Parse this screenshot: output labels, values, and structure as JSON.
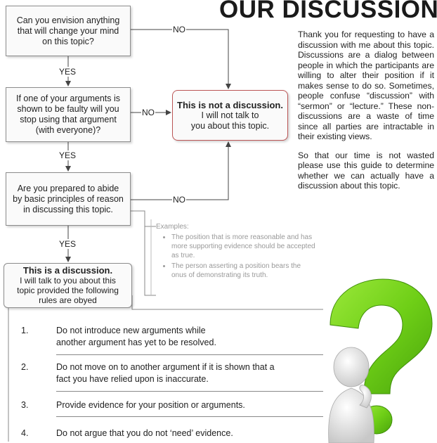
{
  "title": "OUR DISCUSSION",
  "intro": {
    "paragraph1": "Thank you for requesting to have a discussion with me about this topic. Discussions are a dialog between people in which the participants are willing to alter their position if it makes sense to do so. Sometimes, people confuse “discussion” with “sermon” or “lecture.” These non-discussions are a waste of time since all parties are intractable in their existing views.",
    "paragraph2": "So that our time is not wasted please use this guide to determine whether we can actually have a discussion about this topic."
  },
  "flowchart": {
    "question1": "Can you envision anything\nthat will change your mind\non this topic?",
    "question2": "If one of your arguments is\nshown to be faulty will you\nstop using that argument\n(with everyone)?",
    "question3": "Are you prepared to abide\nby basic principles of reason\nin discussing this topic.",
    "yes_label": "YES",
    "no_label": "NO",
    "not_discussion": {
      "heading": "This is not a discussion.",
      "text": "I will not talk to\nyou about this topic."
    },
    "is_discussion": {
      "heading": "This is a discussion.",
      "text": "I will talk to you about this\ntopic provided the following\nrules are obyed"
    }
  },
  "examples": {
    "heading": "Examples:",
    "items": [
      "The position that is more reasonable and has more supporting evidence should be accepted as true.",
      "The person asserting a position bears the onus of demonstrating its truth."
    ]
  },
  "rules": [
    {
      "number": "1.",
      "text": "Do not introduce new arguments while\nanother argument has yet to be resolved."
    },
    {
      "number": "2.",
      "text": "Do not move on to another argument if it is shown that a\nfact you have relied upon is inaccurate."
    },
    {
      "number": "3.",
      "text": "Provide evidence for your position or arguments."
    },
    {
      "number": "4.",
      "text": "Do not argue that you do not ‘need’ evidence."
    }
  ],
  "colors": {
    "accent_green": "#7ed321",
    "not_discussion_border": "#b55555"
  },
  "icons": [
    "green-question-mark-icon",
    "thinking-person-figure-icon"
  ]
}
